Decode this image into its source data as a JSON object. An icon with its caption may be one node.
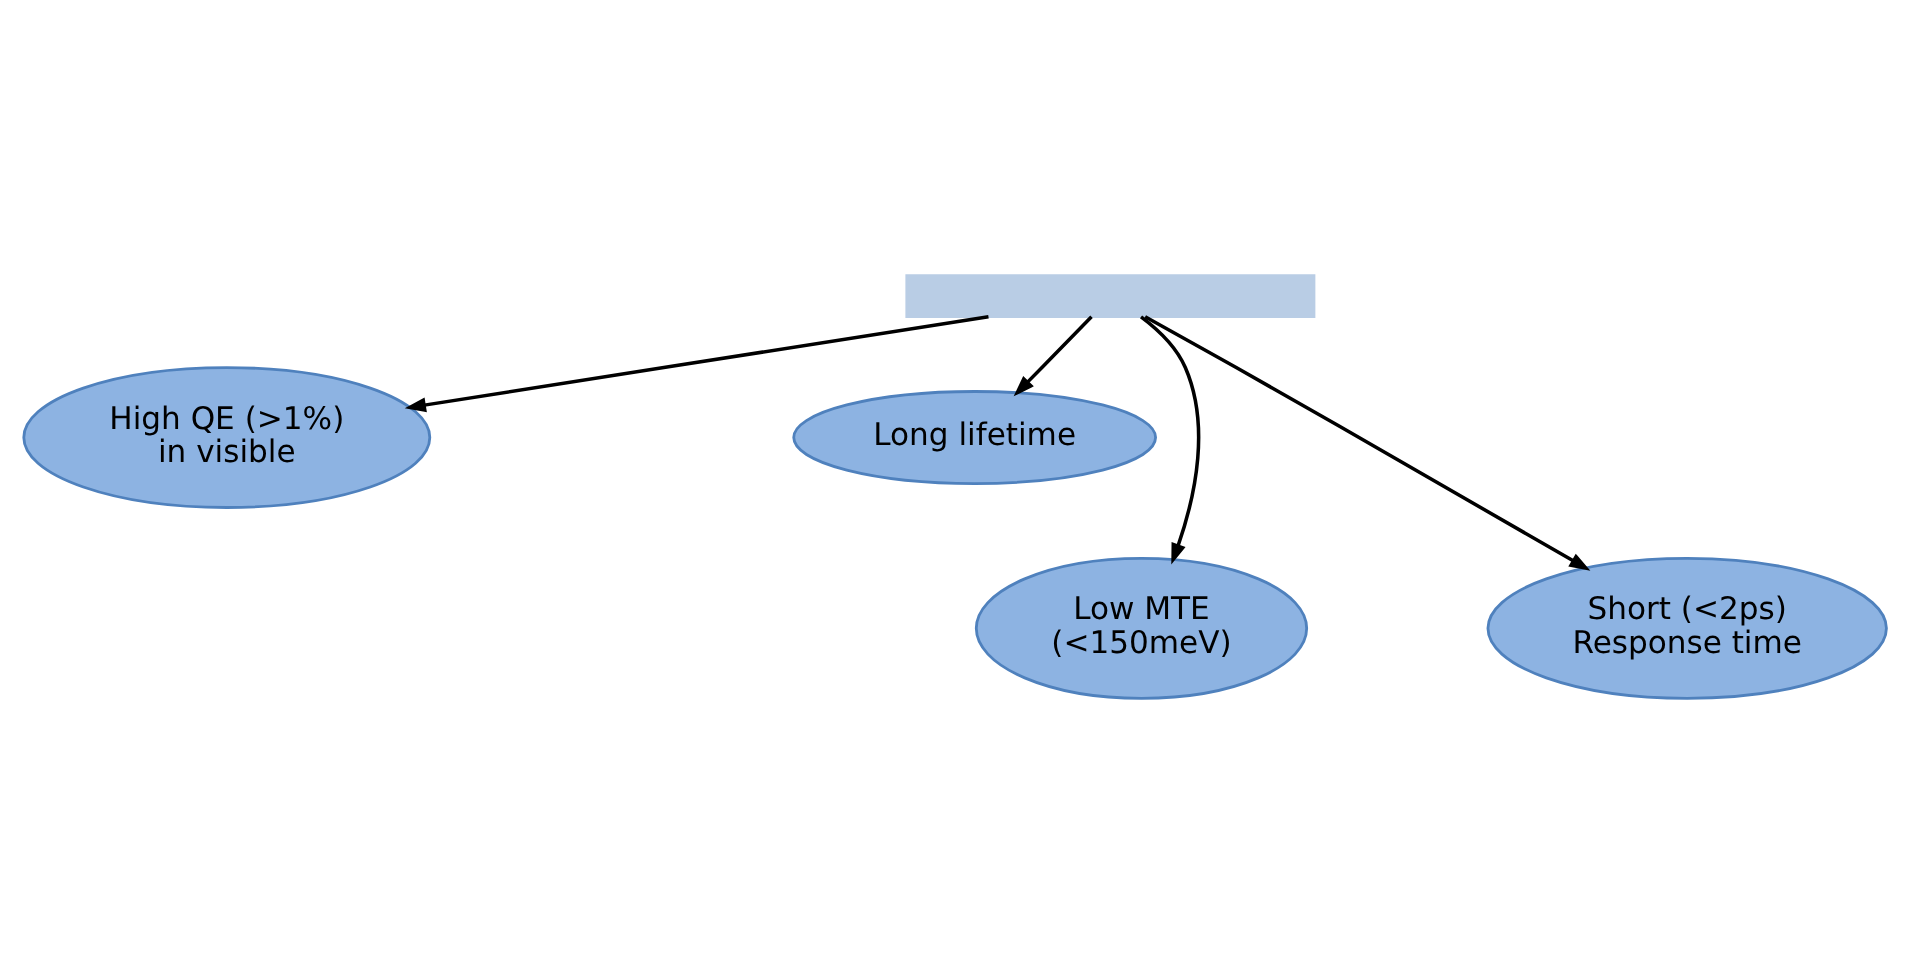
{
  "diagram": {
    "nodes": [
      {
        "text": [],
        "shape": "box"
      },
      {
        "text": [
          "High QE (>1%) in visible"
        ]
      },
      {
        "text": [
          "Long lifetime"
        ]
      },
      {
        "text": [
          "Low MTE (<150meV)"
        ]
      },
      {
        "text": [
          "Short (<2ps) Response time"
        ]
      }
    ],
    "edges": [
      {
        "from": 0,
        "to": 1,
        "arrow": "to"
      },
      {
        "from": 0,
        "to": 3,
        "arrow": "to"
      },
      {
        "from": 0,
        "to": 4,
        "arrow": "to"
      },
      {
        "from": 0,
        "to": 2,
        "arrow": "to"
      }
    ]
  }
}
